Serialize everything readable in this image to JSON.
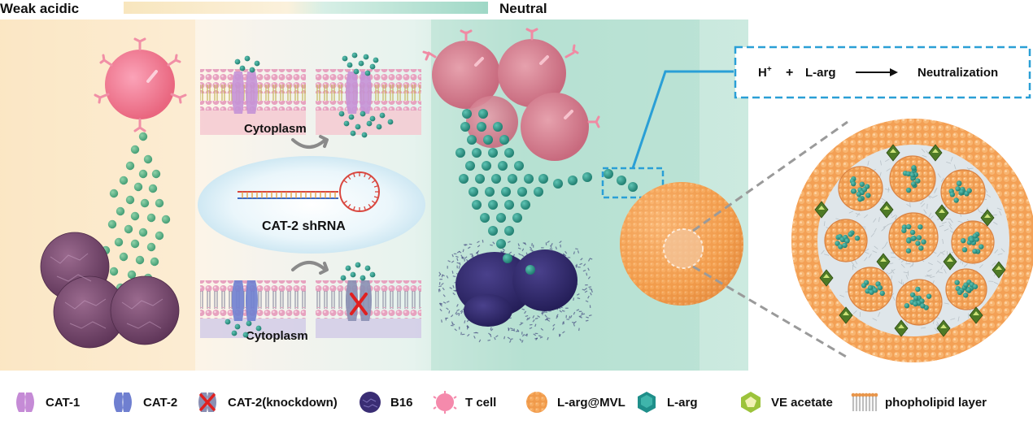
{
  "header": {
    "left_label": "Weak acidic",
    "right_label": "Neutral"
  },
  "panel_labels": {
    "cytoplasm_top": "Cytoplasm",
    "cytoplasm_bottom": "Cytoplasm",
    "shrna": "CAT-2 shRNA"
  },
  "reaction": {
    "h_plus": "H",
    "h_sup": "+",
    "plus": "+",
    "larg": "L-arg",
    "product": "Neutralization"
  },
  "legend": [
    {
      "icon": "cat1-icon",
      "label": "CAT-1",
      "color": "#c58bd6"
    },
    {
      "icon": "cat2-icon",
      "label": "CAT-2",
      "color": "#6f7fd0"
    },
    {
      "icon": "cat2-knockdown-icon",
      "label": "CAT-2(knockdown)",
      "color": "#e02020"
    },
    {
      "icon": "b16-icon",
      "label": "B16",
      "color": "#3a2d74"
    },
    {
      "icon": "t-cell-icon",
      "label": "T cell",
      "color": "#f07aa0"
    },
    {
      "icon": "l-arg-mvl-icon",
      "label": "L-arg@MVL",
      "color": "#f0903a"
    },
    {
      "icon": "l-arg-icon",
      "label": "L-arg",
      "color": "#1f8f8a"
    },
    {
      "icon": "ve-acetate-icon",
      "label": "VE acetate",
      "color": "#9cc33b"
    },
    {
      "icon": "phospholipid-layer-icon",
      "label": "phopholipid layer",
      "color": "#e8954a"
    }
  ],
  "colors": {
    "acidic_bg": "#fdf0d8",
    "neutral_bg": "#cfe9e0",
    "teal": "#2f8f80",
    "accent_blue": "#2a9fd6"
  }
}
